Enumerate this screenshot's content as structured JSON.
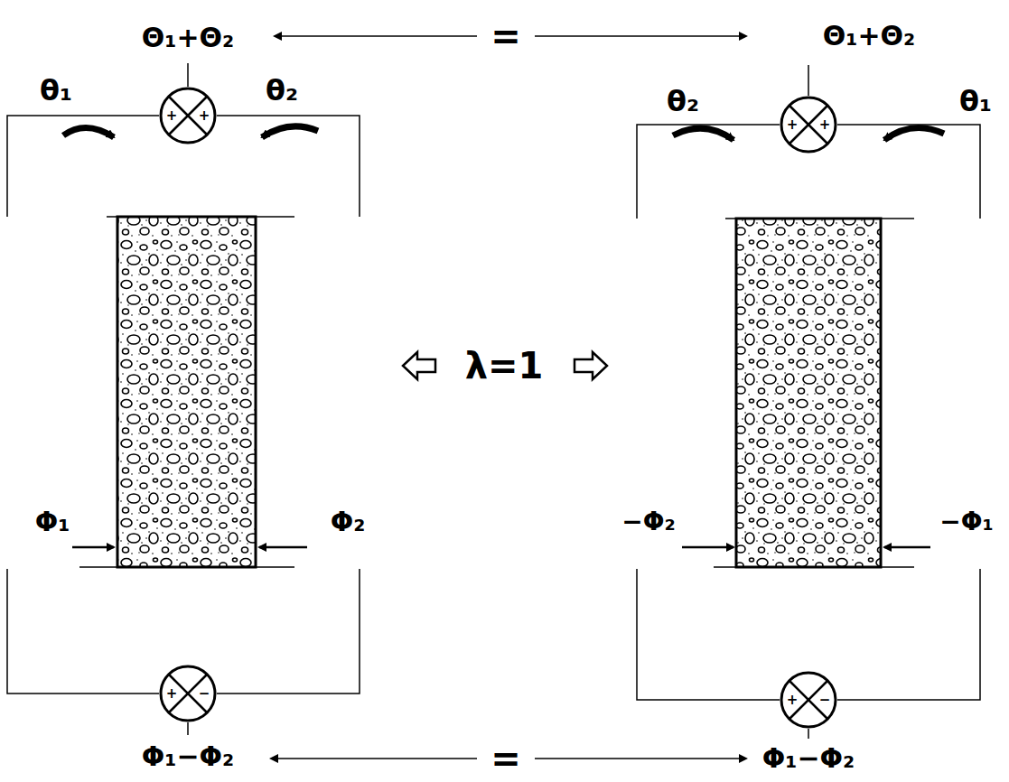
{
  "diagram": {
    "nodes": [
      {
        "text": [
          "+",
          "+"
        ]
      },
      {
        "text": [
          "+",
          "−"
        ]
      },
      {
        "text": [
          "+",
          "+"
        ]
      },
      {
        "text": [
          "+",
          "−"
        ]
      }
    ],
    "labels": [
      "Θ₁+Θ₂",
      "=",
      "Θ₁+Θ₂",
      "θ₁",
      "θ₂",
      "θ₂",
      "θ₁",
      "λ=1",
      "Φ₁",
      "Φ₂",
      "−Φ₂",
      "−Φ₁",
      "Φ₁−Φ₂",
      "=",
      "Φ₁−Φ₂"
    ]
  }
}
